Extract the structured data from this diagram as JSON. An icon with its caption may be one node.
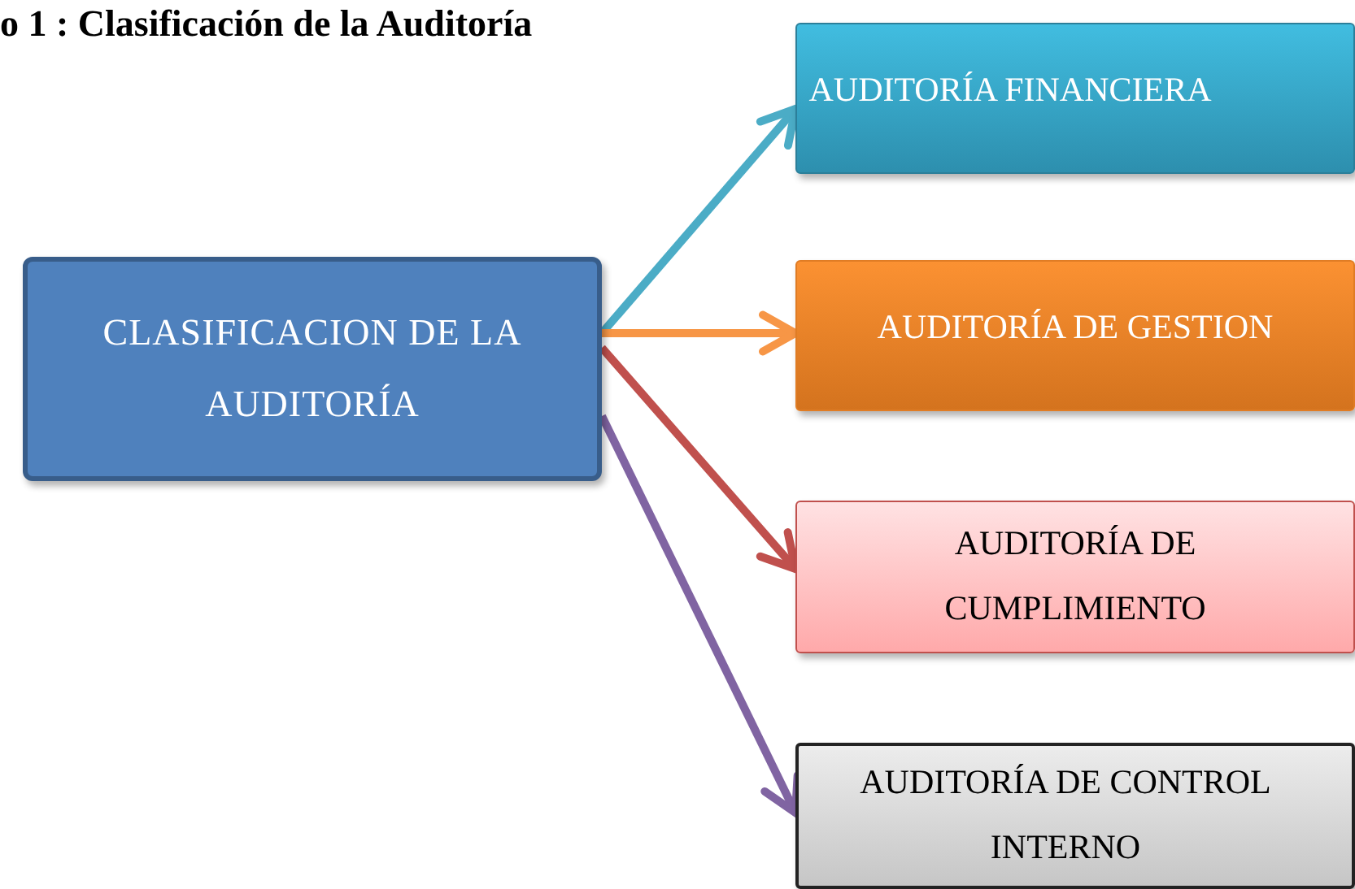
{
  "diagram": {
    "title": "o 1 : Clasificación de la Auditoría",
    "nodes": [
      {
        "text": [
          "CLASIFICACION DE LA AUDITORÍA"
        ]
      },
      {
        "text": [
          "AUDITORÍA FINANCIERA"
        ]
      },
      {
        "text": [
          "AUDITORÍA DE GESTION"
        ]
      },
      {
        "text": [
          "AUDITORÍA DE CUMPLIMIENTO"
        ]
      },
      {
        "text": [
          "AUDITORÍA DE CONTROL INTERNO"
        ]
      }
    ],
    "edges": [
      {
        "from": 0,
        "to": 1,
        "arrow": "to",
        "color": "#4bacc6"
      },
      {
        "from": 0,
        "to": 2,
        "arrow": "to",
        "color": "#f79646"
      },
      {
        "from": 0,
        "to": 3,
        "arrow": "to",
        "color": "#c0504d"
      },
      {
        "from": 0,
        "to": 4,
        "arrow": "to",
        "color": "#8064a2"
      }
    ]
  }
}
